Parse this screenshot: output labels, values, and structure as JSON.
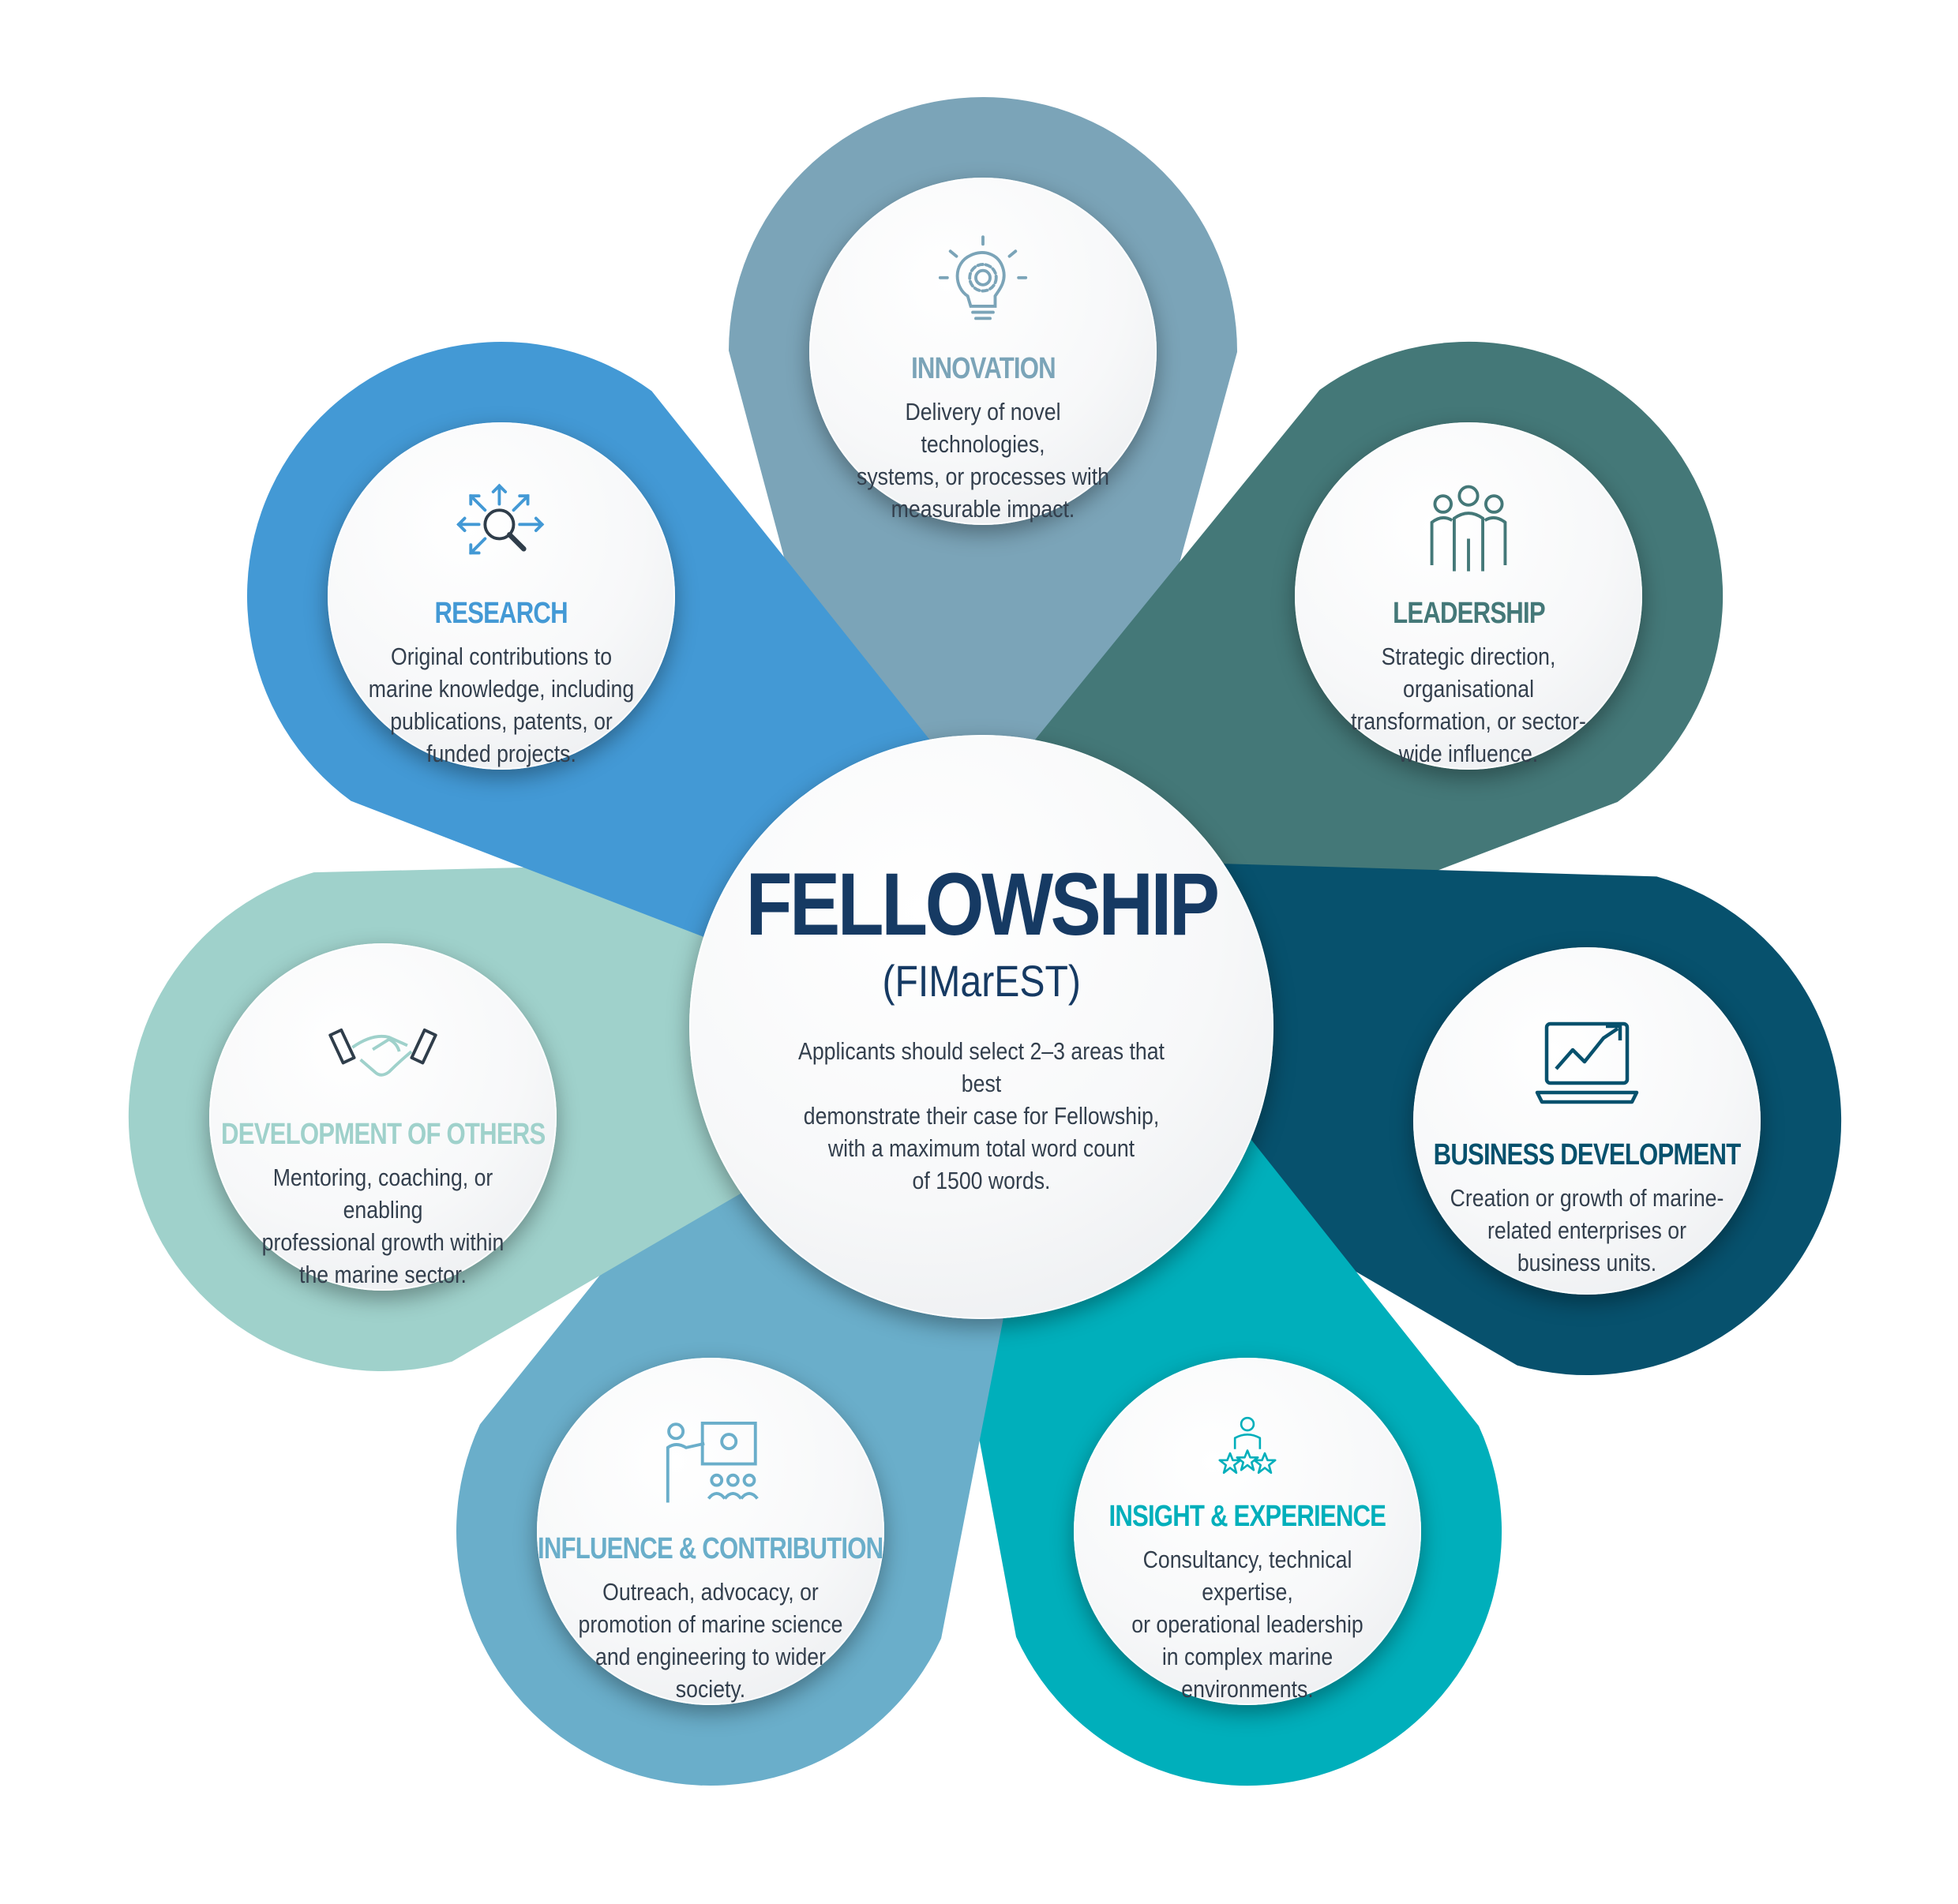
{
  "center": {
    "title": "FELLOWSHIP",
    "subtitle": "(FIMarEST)",
    "description": "Applicants should select 2–3 areas that best\ndemonstrate their case for Fellowship,\nwith a maximum total word count\nof 1500 words."
  },
  "colors": {
    "ring": "#163a63",
    "center_text": "#163a63",
    "innovation": "#7ba4b8",
    "leadership": "#447878",
    "business": "#07516d",
    "insight": "#00afbb",
    "influence": "#6aaeca",
    "development": "#9fd1cb",
    "research": "#4399d5"
  },
  "areas": [
    {
      "id": "innovation",
      "title": "INNOVATION",
      "description": "Delivery of novel technologies,\nsystems, or processes with\nmeasurable impact.",
      "icon": "lightbulb-gear-icon",
      "title_color": "#7ba4b8",
      "tone": "#7ba4b8"
    },
    {
      "id": "leadership",
      "title": "LEADERSHIP",
      "description": "Strategic direction, organisational\ntransformation, or sector-\nwide influence.",
      "icon": "team-icon",
      "title_color": "#447878",
      "tone": "#447878"
    },
    {
      "id": "business",
      "title": "BUSINESS DEVELOPMENT",
      "description": "Creation or growth of marine-\nrelated enterprises or\nbusiness units.",
      "icon": "laptop-growth-chart-icon",
      "title_color": "#07516d",
      "tone": "#07516d"
    },
    {
      "id": "insight",
      "title": "INSIGHT & EXPERIENCE",
      "description": "Consultancy, technical expertise,\nor operational leadership\nin complex marine\nenvironments.",
      "icon": "person-stars-icon",
      "title_color": "#00afbb",
      "tone": "#00afbb"
    },
    {
      "id": "influence",
      "title": "INFLUENCE & CONTRIBUTION",
      "description": "Outreach, advocacy, or\npromotion of marine science\nand engineering to wider\nsociety.",
      "icon": "presenter-audience-icon",
      "title_color": "#6aaeca",
      "tone": "#6aaeca"
    },
    {
      "id": "development",
      "title": "DEVELOPMENT OF OTHERS",
      "description": "Mentoring, coaching, or enabling\nprofessional growth within\nthe marine sector.",
      "icon": "handshake-icon",
      "title_color": "#9fd1cb",
      "tone": "#9fd1cb"
    },
    {
      "id": "research",
      "title": "RESEARCH",
      "description": "Original contributions to\nmarine knowledge, including\npublications, patents, or\nfunded projects.",
      "icon": "magnifier-arrows-icon",
      "title_color": "#4399d5",
      "tone": "#4399d5"
    }
  ]
}
